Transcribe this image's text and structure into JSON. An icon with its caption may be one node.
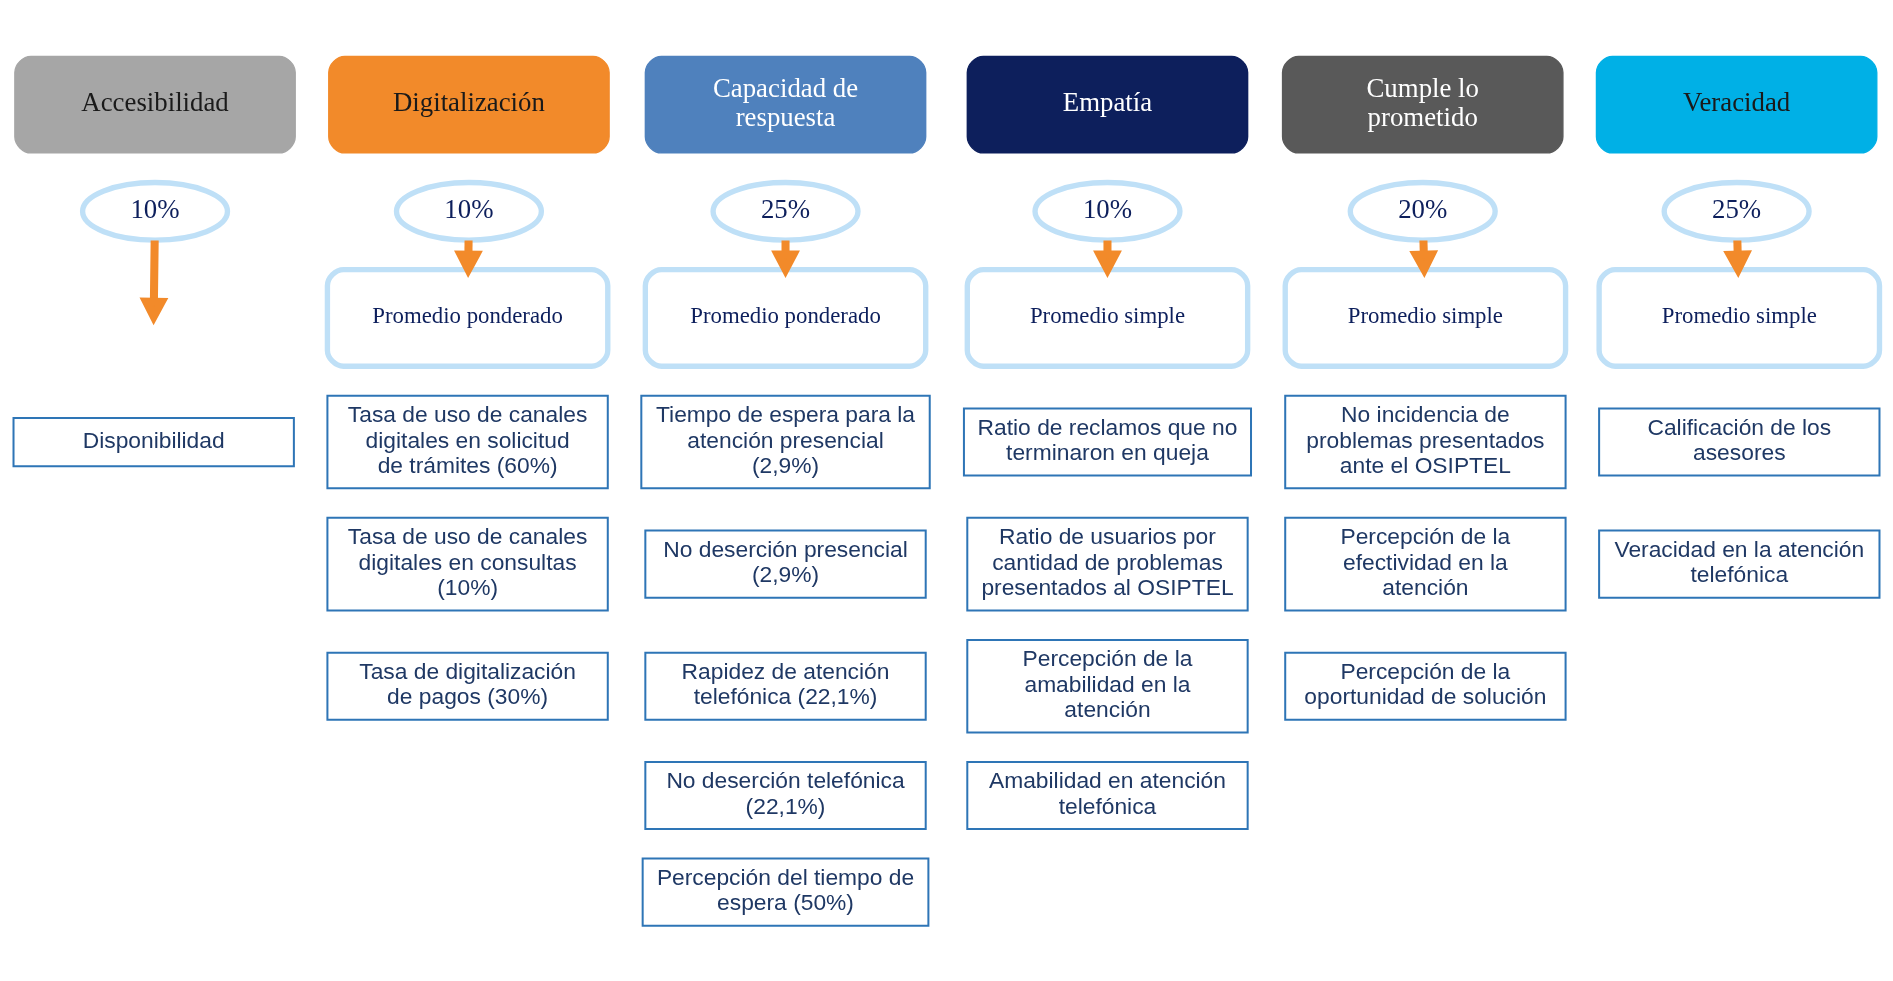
{
  "diagram": {
    "nodes": [
      {
        "text": [
          "Accesibilidad"
        ]
      },
      {
        "text": [
          "10%"
        ]
      },
      {
        "text": [
          "Disponibilidad"
        ]
      },
      {
        "text": [
          "Digitalización"
        ]
      },
      {
        "text": [
          "10%"
        ]
      },
      {
        "text": [
          "Promedio ponderado"
        ]
      },
      {
        "text": [
          "Tasa de uso de canales digitales en solicitud de trámites (60%)"
        ]
      },
      {
        "text": [
          "Tasa de uso de canales digitales en consultas (10%)"
        ]
      },
      {
        "text": [
          "Tasa de digitalización de pagos (30%)"
        ]
      },
      {
        "text": [
          "Capacidad de respuesta"
        ]
      },
      {
        "text": [
          "25%"
        ]
      },
      {
        "text": [
          "Promedio ponderado"
        ]
      },
      {
        "text": [
          "Tiempo de espera para la atención presencial (2,9%)"
        ]
      },
      {
        "text": [
          "No deserción presencial (2,9%)"
        ]
      },
      {
        "text": [
          "Rapidez de atención telefónica (22,1%)"
        ]
      },
      {
        "text": [
          "No deserción telefónica (22,1%)"
        ]
      },
      {
        "text": [
          "Percepción del tiempo de espera (50%)"
        ]
      },
      {
        "text": [
          "Empatía"
        ]
      },
      {
        "text": [
          "10%"
        ]
      },
      {
        "text": [
          "Promedio simple"
        ]
      },
      {
        "text": [
          "Ratio de reclamos que no terminaron en queja"
        ]
      },
      {
        "text": [
          "Ratio de usuarios por cantidad de problemas presentados al OSIPTEL"
        ]
      },
      {
        "text": [
          "Percepción de la amabilidad en la atención"
        ]
      },
      {
        "text": [
          "Amabilidad en atención telefónica"
        ]
      },
      {
        "text": [
          "Cumple lo prometido"
        ]
      },
      {
        "text": [
          "20%"
        ]
      },
      {
        "text": [
          "Promedio simple"
        ]
      },
      {
        "text": [
          "No incidencia de problemas presentados ante el OSIPTEL"
        ]
      },
      {
        "text": [
          "Percepción de la efectividad en la atención"
        ]
      },
      {
        "text": [
          "Percepción de la oportunidad de solución"
        ]
      },
      {
        "text": [
          "Veracidad"
        ]
      },
      {
        "text": [
          "25%"
        ]
      },
      {
        "text": [
          "Promedio simple"
        ]
      },
      {
        "text": [
          "Calificación de los asesores"
        ]
      },
      {
        "text": [
          "Veracidad en la atención telefónica"
        ]
      }
    ],
    "edges": [
      {
        "from": 1,
        "to": null,
        "arrow": "to"
      },
      {
        "from": 4,
        "to": 5,
        "arrow": "to"
      },
      {
        "from": 10,
        "to": 11,
        "arrow": "to"
      },
      {
        "from": 18,
        "to": 19,
        "arrow": "to"
      },
      {
        "from": 25,
        "to": 26,
        "arrow": "to"
      },
      {
        "from": 31,
        "to": 32,
        "arrow": "to"
      }
    ]
  }
}
